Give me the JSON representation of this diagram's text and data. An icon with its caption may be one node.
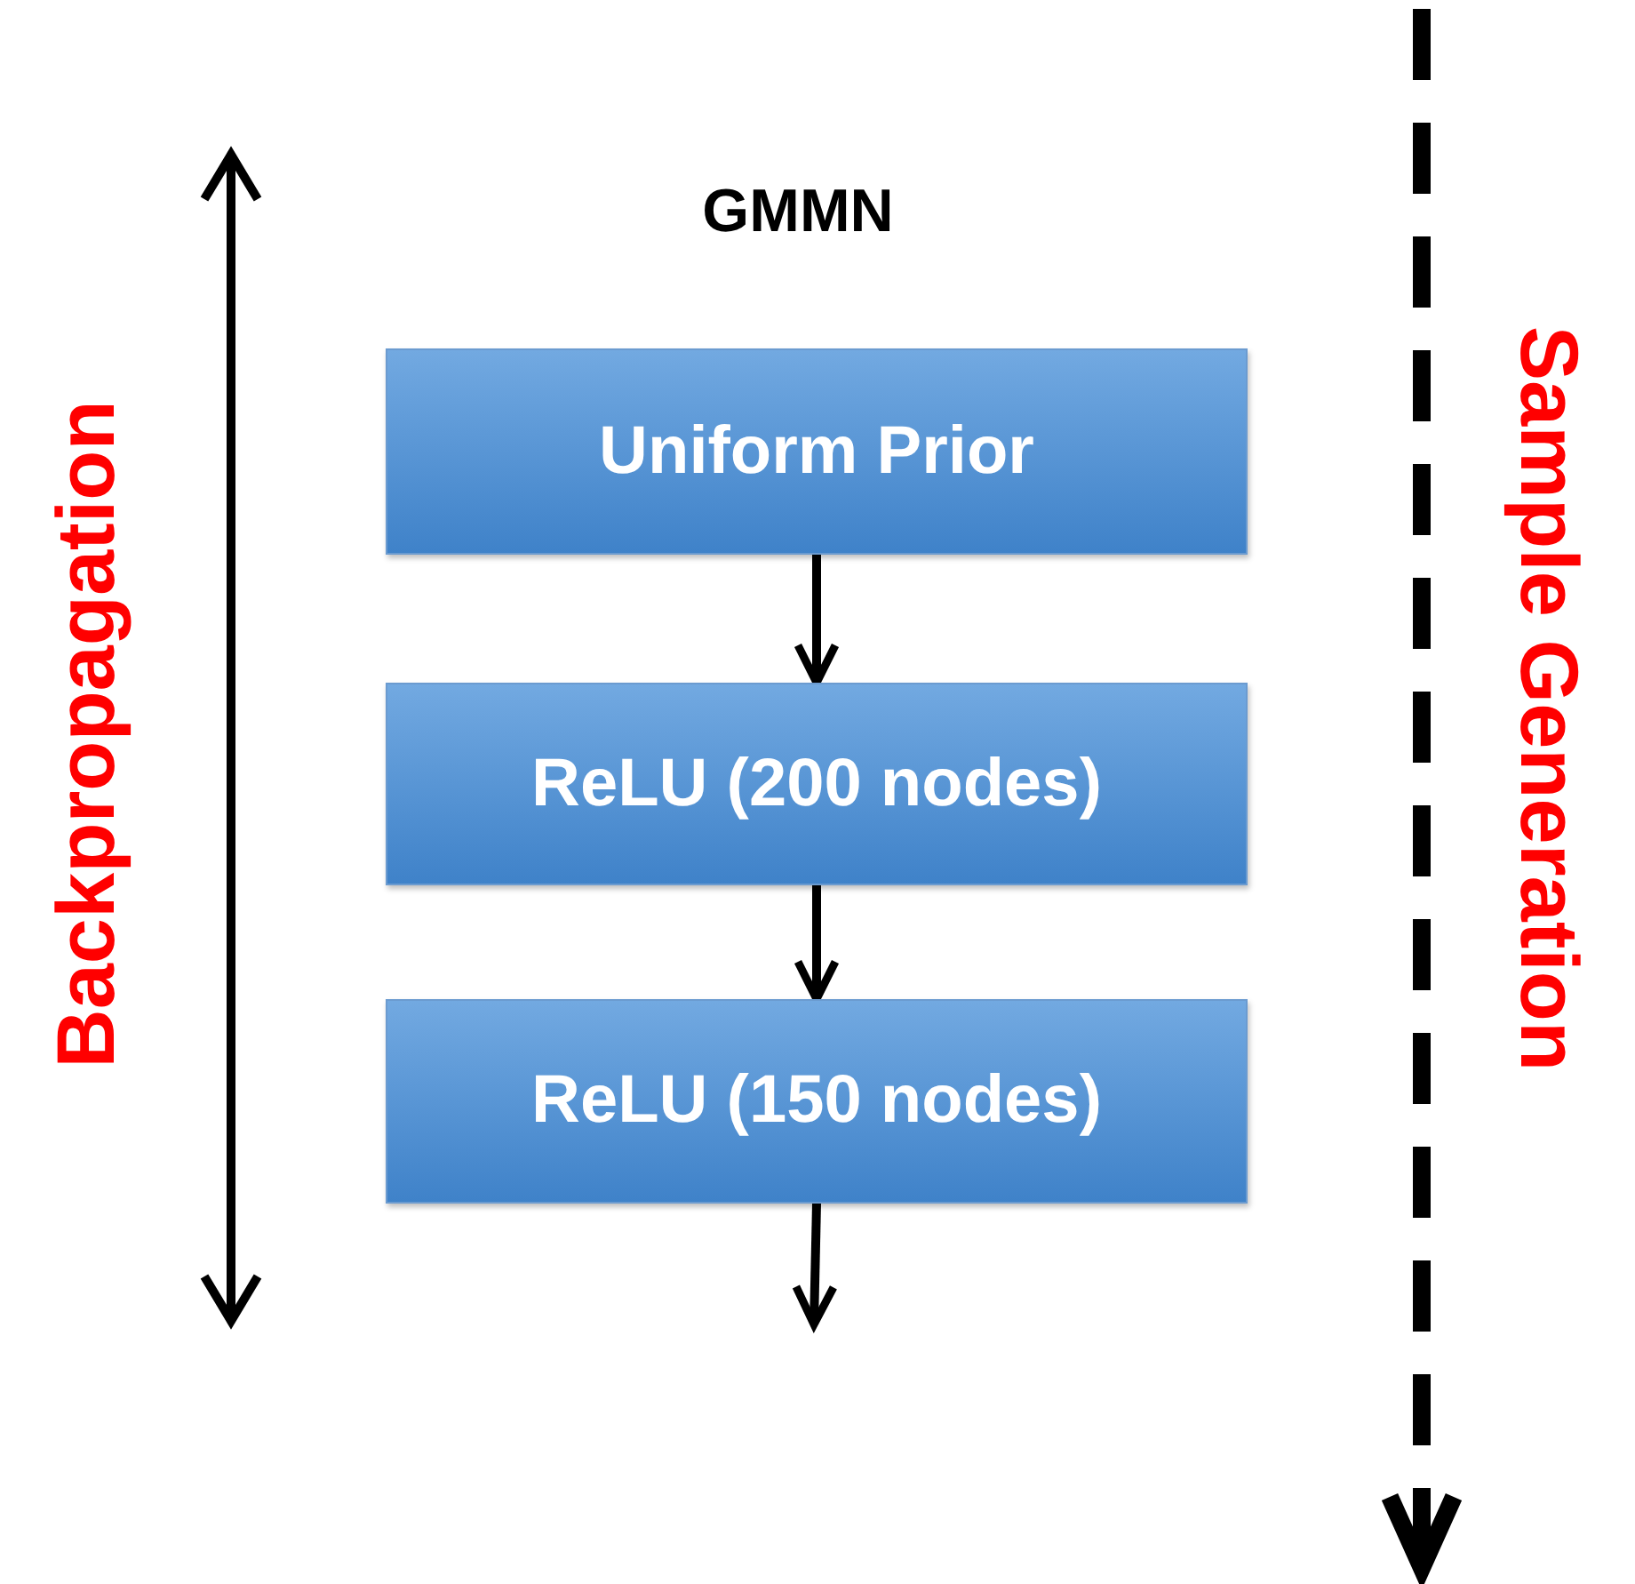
{
  "diagram": {
    "title": "GMMN",
    "nodes": [
      {
        "text": [
          "Uniform Prior"
        ]
      },
      {
        "text": [
          "ReLU (200 nodes)"
        ]
      },
      {
        "text": [
          "ReLU (150 nodes)"
        ]
      }
    ],
    "edges": [
      {
        "from": 0,
        "to": 1,
        "arrow": "to"
      },
      {
        "from": 1,
        "to": 2,
        "arrow": "to"
      },
      {
        "from": 2,
        "to": null,
        "arrow": "to"
      }
    ],
    "labels": [
      "Backpropagation",
      "Sample Generation"
    ]
  }
}
